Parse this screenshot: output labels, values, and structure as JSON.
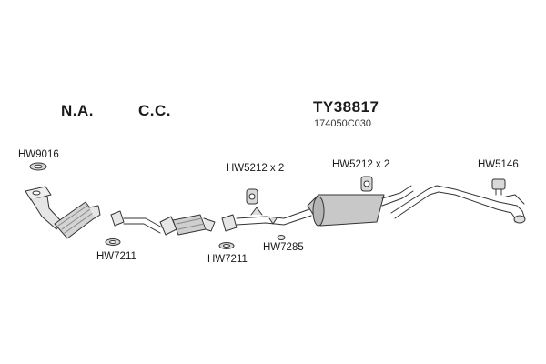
{
  "diagram": {
    "headings": {
      "na": "N.A.",
      "cc": "C.C.",
      "kit": "TY38817"
    },
    "oem_number": "174050C030",
    "part_labels": {
      "hw9016": "HW9016",
      "hw7211_front": "HW7211",
      "hw7211_mid": "HW7211",
      "hw5212_front": "HW5212 x 2",
      "hw5212_rear": "HW5212 x 2",
      "hw7285": "HW7285",
      "hw5146": "HW5146"
    }
  }
}
